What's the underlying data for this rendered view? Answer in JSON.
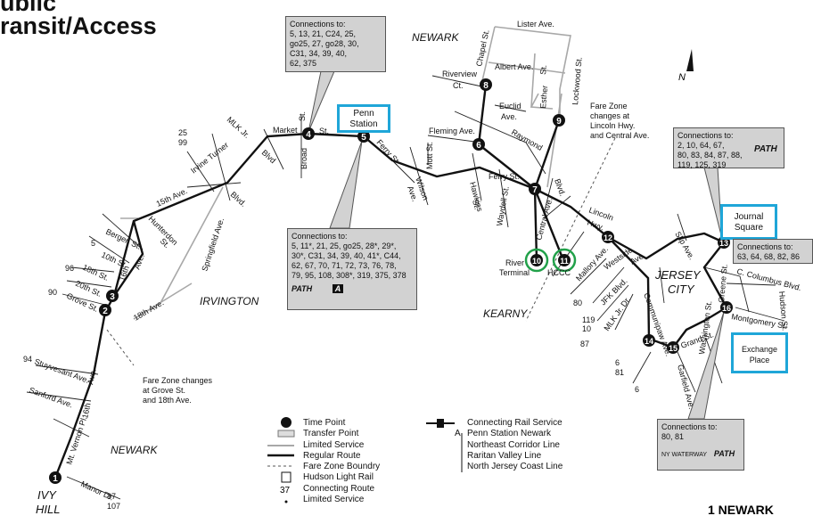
{
  "header": {
    "title_line1": "ublic",
    "title_line2": "ransit/Access"
  },
  "route_name": "1 NEWARK",
  "north": "N",
  "areas": {
    "newark_top": "NEWARK",
    "newark_bottom": "NEWARK",
    "irvington": "IRVINGTON",
    "kearny": "KEARNY",
    "jersey": "JERSEY",
    "city": "CITY",
    "ivy": "IVY",
    "hill": "HILL"
  },
  "time_points": [
    "1",
    "2",
    "3",
    "4",
    "5",
    "6",
    "7",
    "8",
    "9",
    "10",
    "11",
    "12",
    "13",
    "14",
    "15",
    "16"
  ],
  "streets": {
    "lister": "Lister Ave.",
    "chapel": "Chapel St.",
    "albert": "Albert Ave.",
    "st": "St.",
    "lockwood": "Lockwood St.",
    "riverview": "Riverview",
    "ct": "Ct.",
    "esther": "Esther",
    "euclid": "Euclid",
    "ave": "Ave.",
    "market": "Market",
    "mlk": "MLK Jr.",
    "blvd": "Blvd",
    "blvd2": "Blvd.",
    "broad": "Broad",
    "ferry": "Ferry St.",
    "fleming": "Fleming Ave.",
    "mott": "Mott St.",
    "raymond": "Raymond",
    "wilson": "Wilson",
    "hawkins": "Hawkins",
    "waydell": "Waydell St.",
    "central": "Central Ave.",
    "lincoln": "Lincoln",
    "hwy": "Hwy.",
    "irvine": "Irvine Turner",
    "fifteenth": "15th Ave.",
    "hunterdon": "Hunterdon",
    "bergen": "Bergen St.",
    "tenth": "10th St.",
    "sixteenth": "16th",
    "eighteenth": "18th St.",
    "twentieth": "20th St.",
    "grove": "Grove St.",
    "springfield": "Springfield Ave.",
    "eighteenth_ave": "18th Ave.",
    "mallory": "Mallory Ave.",
    "westside": "Westside",
    "jfk": "JFK Blvd.",
    "mlk2": "MLK Jr. Dr.",
    "communipaw": "Communipaw Ave.",
    "slip": "Slip Ave.",
    "greene": "Greene St.",
    "columbus": "C. Columbus Blvd.",
    "hudson": "Hudson St.",
    "montgomery": "Montgomery St.",
    "grand": "Grand St.",
    "washington": "Washington St.",
    "garfield": "Garfield Ave.",
    "stuyvesant": "Stuyvesant Ave.",
    "sanford": "Sanford Ave.",
    "mtvernon": "Mt. Vernon Pl.",
    "manor": "Manor Dr."
  },
  "route_numbers": {
    "r25_99": [
      "25",
      "99"
    ],
    "r5": "5",
    "r96": "96",
    "r90": "90",
    "r94": "94",
    "r80": "80",
    "r119_10": [
      "119",
      "10"
    ],
    "r87": "87",
    "r6_81": [
      "6",
      "81"
    ],
    "r6": "6",
    "r37_107": [
      "37",
      "107"
    ]
  },
  "places": {
    "river_terminal_1": "River",
    "river_terminal_2": "Terminal",
    "hccc": "HCCC"
  },
  "box_labels": {
    "penn": [
      "Penn",
      "Station"
    ],
    "journal": [
      "Journal",
      "Square"
    ],
    "exchange": [
      "Exchange",
      "Place"
    ]
  },
  "callouts": {
    "top": [
      "Connections to:",
      "5, 13, 21, C24, 25,",
      "go25, 27, go28, 30,",
      "C31, 34, 39, 40,",
      "62, 375"
    ],
    "penn": [
      "Connections to:",
      "5, 11*, 21, 25, go25, 28*, 29*,",
      "30*, C31, 34, 39, 40, 41*, C44,",
      "62, 67, 70, 71, 72, 73, 76, 78,",
      "79, 95, 108, 308*, 319, 375, 378"
    ],
    "journal_top": [
      "Connections to:",
      "2, 10, 64, 67,",
      "80, 83, 84, 87, 88,",
      "119, 125, 319"
    ],
    "journal_side": [
      "Connections to:",
      "63, 64, 68, 82, 86"
    ],
    "exchange": [
      "Connections to:",
      "80, 81"
    ]
  },
  "logos": {
    "path": "PATH",
    "ny_waterway": "NY WATERWAY",
    "rail_a": "A"
  },
  "notes": {
    "fare_lincoln": [
      "Fare Zone",
      "changes at",
      "Lincoln Hwy.",
      "and Central Ave."
    ],
    "fare_grove": [
      "Fare Zone changes",
      "at Grove St.",
      "and 18th Ave."
    ]
  },
  "legend": [
    "Time Point",
    "Transfer Point",
    "Limited Service",
    "Regular Route",
    "Fare Zone Boundry",
    "Hudson Light Rail",
    "Connecting Route",
    "Limited Service"
  ],
  "legend_route_sample": "37",
  "rail_legend": {
    "header": "Connecting Rail Service",
    "key": "A",
    "lines": [
      "Penn Station Newark",
      "Northeast Corridor Line",
      "Raritan Valley Line",
      "North Jersey Coast Line"
    ]
  }
}
